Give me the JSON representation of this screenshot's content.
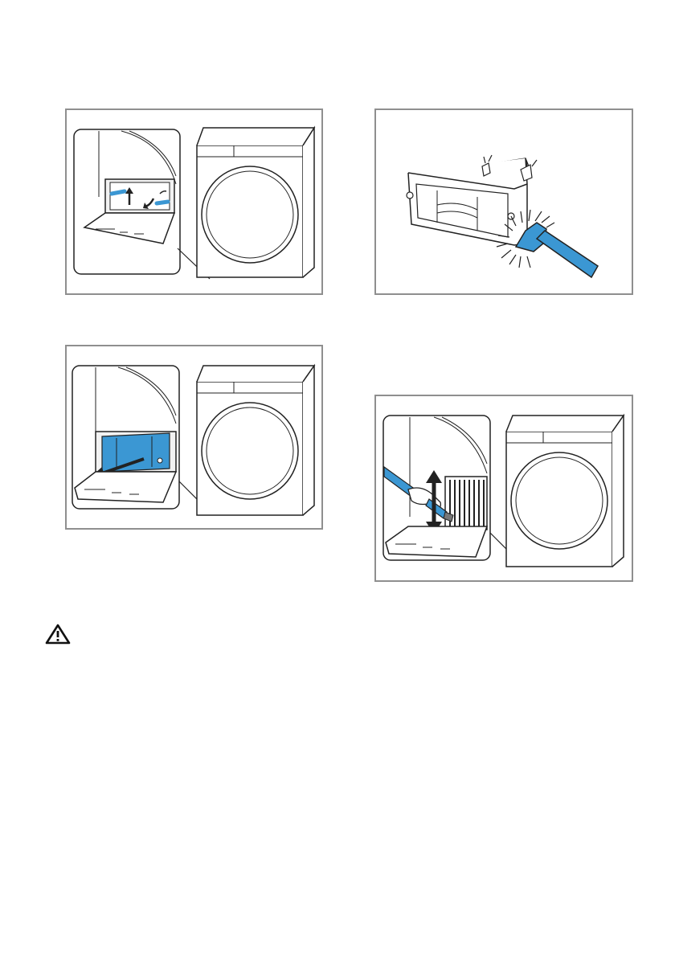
{
  "palette": {
    "accent_blue": "#3b97d3",
    "line": "#222222",
    "frame": "#8f8f8f",
    "light_fill": "#f2f2f2"
  },
  "icons": {
    "warning": "warning-triangle-icon"
  },
  "illustrations": [
    {
      "id": "panel-1",
      "depicts": [
        "dryer-icon",
        "open-flap-icon",
        "unlock-levers-icon"
      ]
    },
    {
      "id": "panel-2",
      "depicts": [
        "heat-exchanger-icon",
        "brush-icon"
      ]
    },
    {
      "id": "panel-3",
      "depicts": [
        "dryer-icon",
        "pull-out-arrow-icon"
      ]
    },
    {
      "id": "panel-4",
      "depicts": [
        "dryer-icon",
        "hand-brush-icon",
        "up-down-arrow-icon"
      ]
    }
  ]
}
